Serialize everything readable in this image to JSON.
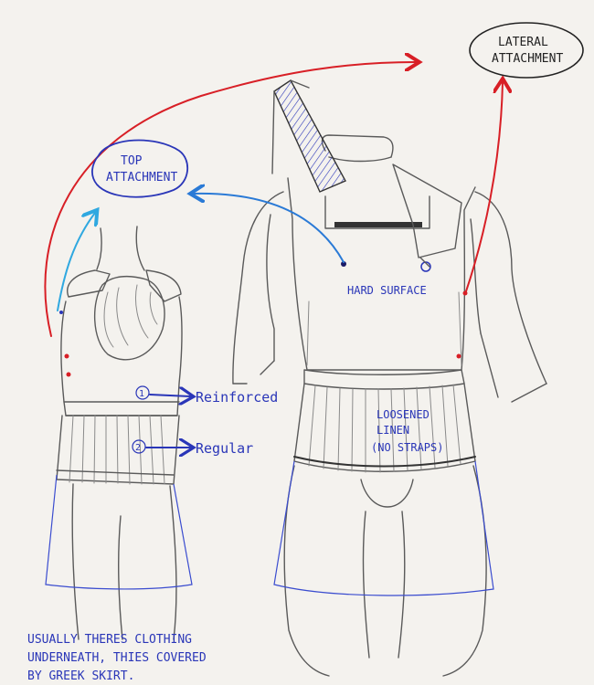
{
  "annotations": {
    "lateral_attachment": [
      "LATERAL",
      "ATTACHMENT"
    ],
    "top_attachment": [
      "TOP",
      "ATTACHMENT"
    ],
    "hard_surface": "HARD SURFACE",
    "marker_1": "1",
    "reinforced": "Reinforced",
    "marker_2": "2",
    "regular": "Regular",
    "loosened_linen": [
      "LOOSENED",
      "LINEN",
      "(NO STRAPS)"
    ],
    "note": [
      "USUALLY THERES CLOTHING",
      "UNDERNEATH, THIES COVERED",
      "BY GREEK SKIRT."
    ]
  },
  "colors": {
    "red_arrow": "#d81f26",
    "blue_arrow": "#2a7ad6",
    "light_blue_arrow": "#2fa8e0",
    "ink_blue": "#2a36b8",
    "ink_black": "#222222",
    "pencil": "#5a5a5a",
    "skirt_blue": "#3a4ccf"
  }
}
